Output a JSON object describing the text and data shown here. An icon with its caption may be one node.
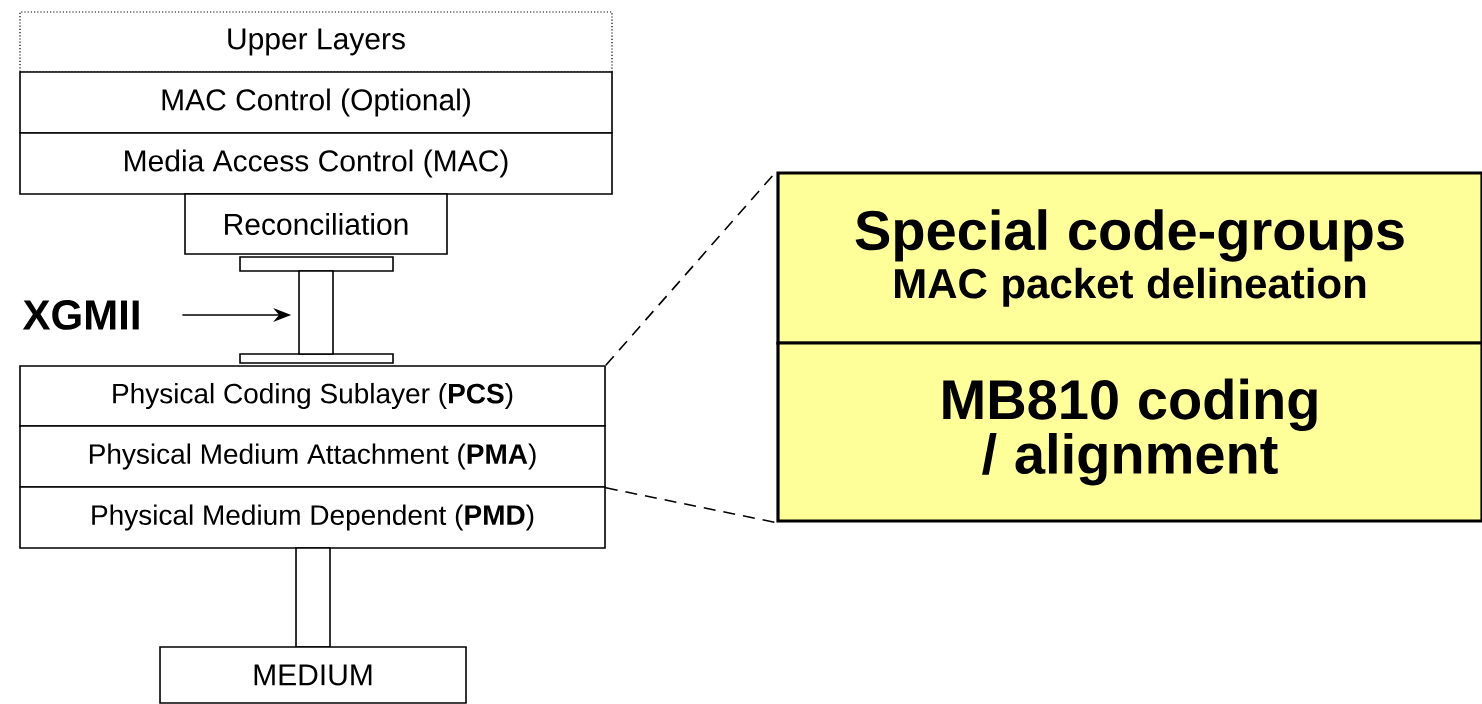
{
  "diagram": {
    "nodes": [
      {
        "text": [
          "Upper Layers"
        ]
      },
      {
        "text": [
          "MAC Control (Optional)"
        ]
      },
      {
        "text": [
          "Media Access Control (MAC)"
        ]
      },
      {
        "text": [
          "Reconciliation"
        ]
      },
      {
        "text": [
          "XGMII"
        ]
      },
      {
        "text": [],
        "shape": "bar"
      },
      {
        "text": [
          "Physical Coding Sublayer (**PCS**)"
        ]
      },
      {
        "text": [
          "Physical Medium Attachment (**PMA**)"
        ]
      },
      {
        "text": [
          "Physical Medium Dependent (**PMD**)"
        ]
      },
      {
        "text": [],
        "shape": "bar"
      },
      {
        "text": [
          "MEDIUM"
        ]
      },
      {
        "text": [
          "Special code-groups",
          "MAC packet delineation"
        ]
      },
      {
        "text": [
          "MB810 coding / alignment"
        ]
      }
    ],
    "edges": [
      {
        "from": 4,
        "to": 5,
        "arrow": "to"
      },
      {
        "from": 6,
        "to": 11,
        "arrow": "none",
        "style": "dashed"
      },
      {
        "from": 7,
        "to": 12,
        "arrow": "none",
        "style": "dashed"
      }
    ]
  }
}
